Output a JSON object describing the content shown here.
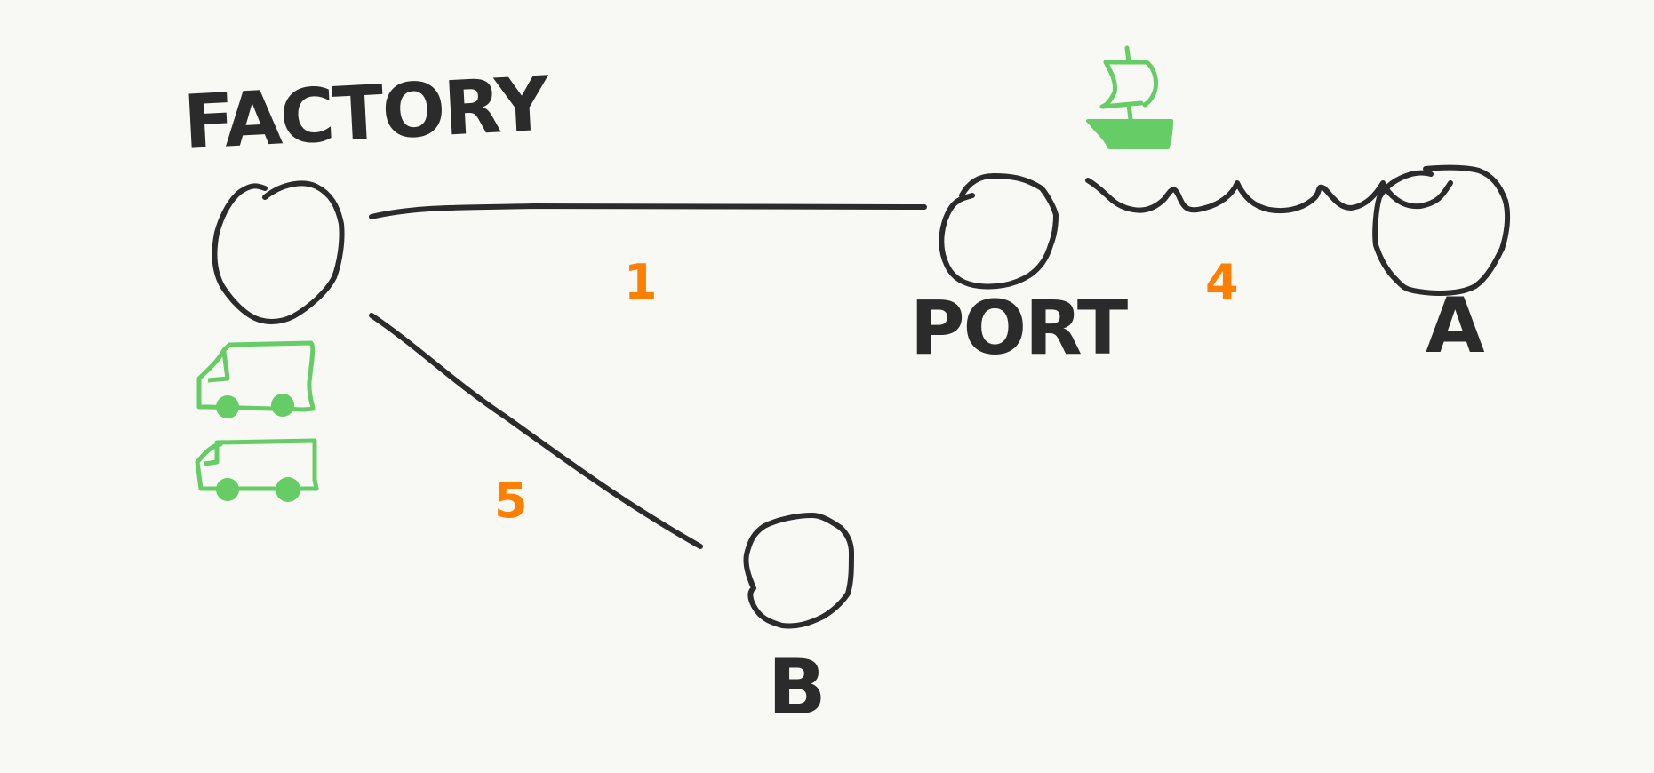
{
  "nodes": [
    {
      "id": "factory",
      "label": "FACTORY"
    },
    {
      "id": "port",
      "label": "PORT"
    },
    {
      "id": "a",
      "label": "A"
    },
    {
      "id": "b",
      "label": "B"
    }
  ],
  "edges": [
    {
      "from": "factory",
      "to": "port",
      "cost": "1",
      "mode": "truck"
    },
    {
      "from": "factory",
      "to": "b",
      "cost": "5",
      "mode": "truck"
    },
    {
      "from": "port",
      "to": "a",
      "cost": "4",
      "mode": "ship"
    }
  ],
  "icons": [
    "truck-icon",
    "truck-icon",
    "ship-icon"
  ],
  "colors": {
    "ink": "#2b2b2b",
    "cost": "#ff7f00",
    "vehicle": "#66cc66",
    "background": "#f8f8f4"
  }
}
